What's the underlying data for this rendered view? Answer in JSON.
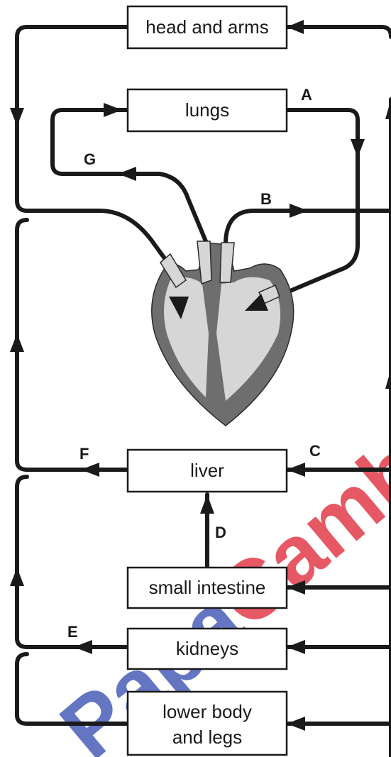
{
  "organs": {
    "head_arms": "head and arms",
    "lungs": "lungs",
    "liver": "liver",
    "small_intestine": "small intestine",
    "kidneys": "kidneys",
    "lower_body_line1": "lower body",
    "lower_body_line2": "and legs"
  },
  "labels": {
    "a": "A",
    "b": "B",
    "c": "C",
    "d": "D",
    "e": "E",
    "f": "F",
    "g": "G"
  },
  "watermark": {
    "text": "PapaCambridge"
  },
  "colors": {
    "line": "#1a1a1a",
    "heart_dark": "#6e6e6e",
    "heart_light": "#d6d6d6",
    "watermark_red": "#e23b4a",
    "watermark_blue": "#4a5fb8"
  }
}
